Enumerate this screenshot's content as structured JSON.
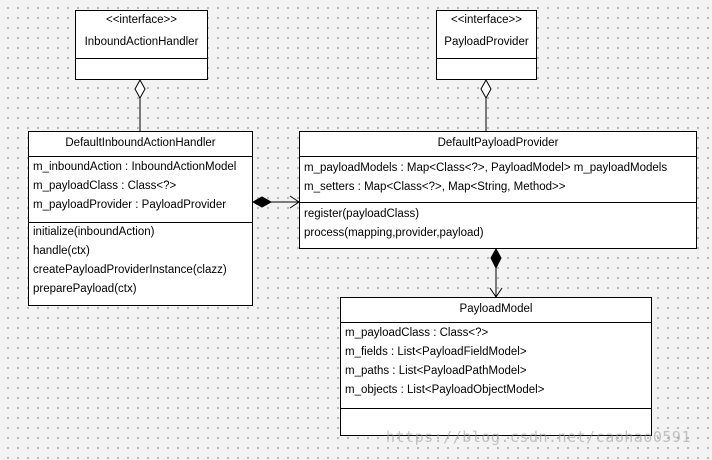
{
  "diagram": {
    "classes": {
      "inbound_action_handler": {
        "stereotype": "<<interface>>",
        "name": "InboundActionHandler"
      },
      "payload_provider": {
        "stereotype": "<<interface>>",
        "name": "PayloadProvider"
      },
      "default_inbound_action_handler": {
        "name": "DefaultInboundActionHandler",
        "attributes": [
          "m_inboundAction : InboundActionModel",
          "m_payloadClass : Class<?>",
          "m_payloadProvider : PayloadProvider"
        ],
        "methods": [
          "initialize(inboundAction)",
          "handle(ctx)",
          "createPayloadProviderInstance(clazz)",
          "preparePayload(ctx)"
        ]
      },
      "default_payload_provider": {
        "name": "DefaultPayloadProvider",
        "attributes": [
          "m_payloadModels : Map<Class<?>, PayloadModel> m_payloadModels",
          "m_setters : Map<Class<?>, Map<String, Method>>"
        ],
        "methods": [
          "register(payloadClass)",
          "process(mapping,provider,payload)"
        ]
      },
      "payload_model": {
        "name": "PayloadModel",
        "attributes": [
          "m_payloadClass : Class<?>",
          "m_fields : List<PayloadFieldModel>",
          "m_paths : List<PayloadPathModel>",
          "m_objects : List<PayloadObjectModel>"
        ],
        "methods": []
      }
    },
    "relationships": [
      {
        "kind": "aggregation",
        "whole": "InboundActionHandler",
        "part": "DefaultInboundActionHandler"
      },
      {
        "kind": "aggregation",
        "whole": "PayloadProvider",
        "part": "DefaultPayloadProvider"
      },
      {
        "kind": "composition",
        "whole": "DefaultInboundActionHandler",
        "part": "DefaultPayloadProvider"
      },
      {
        "kind": "composition",
        "whole": "DefaultPayloadProvider",
        "part": "PayloadModel"
      }
    ]
  },
  "watermark": "https://blog.csdn.net/caohao0591"
}
